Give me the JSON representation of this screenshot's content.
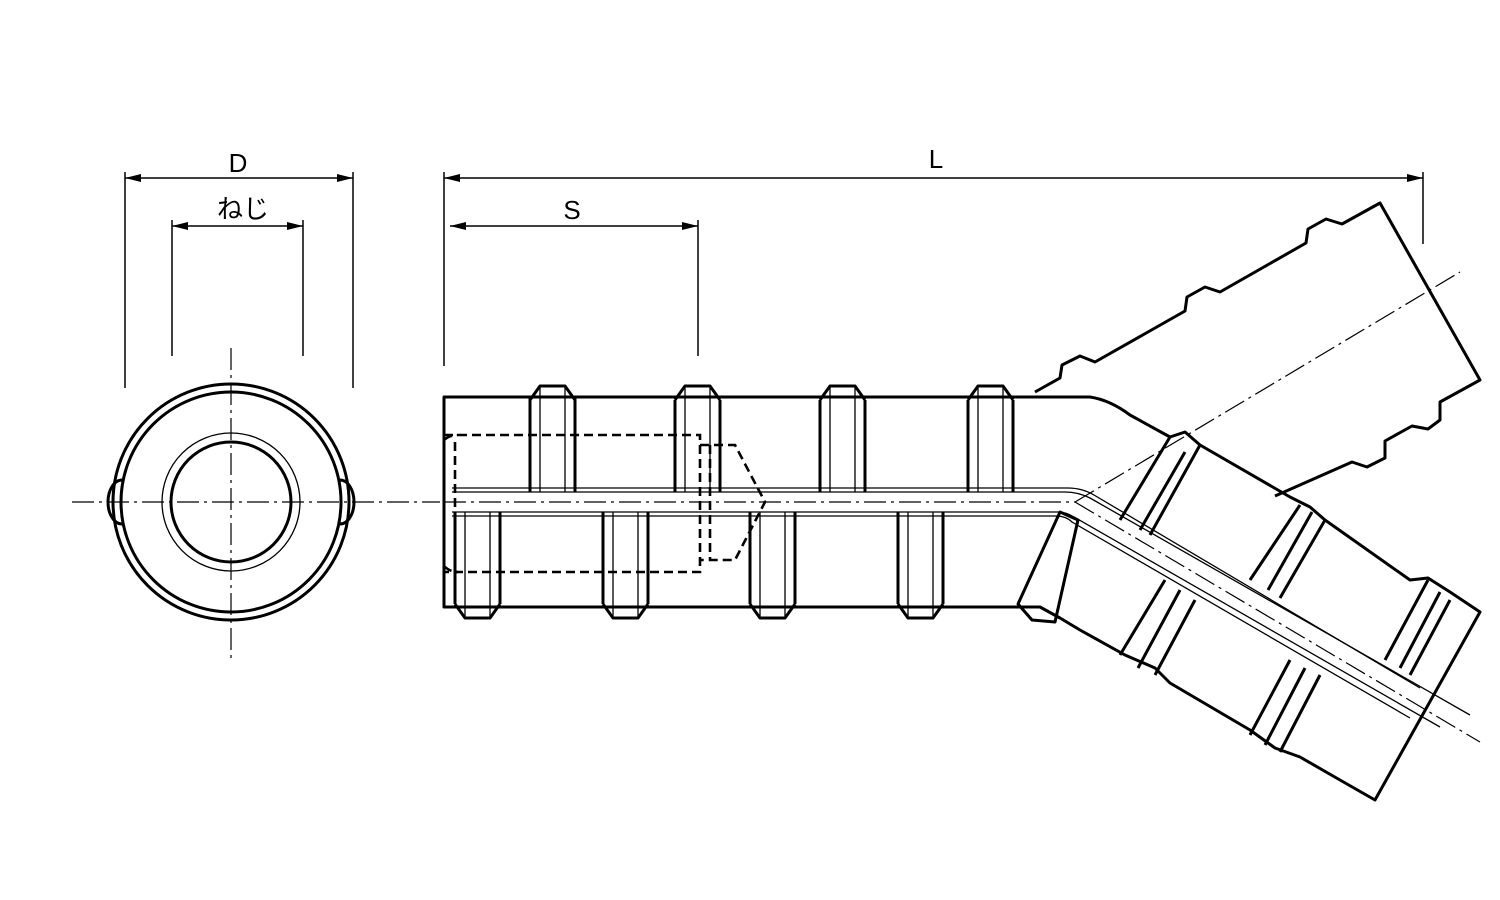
{
  "dimensions": {
    "outer_diameter": "D",
    "thread": "ねじ",
    "thread_depth": "S",
    "length": "L"
  }
}
